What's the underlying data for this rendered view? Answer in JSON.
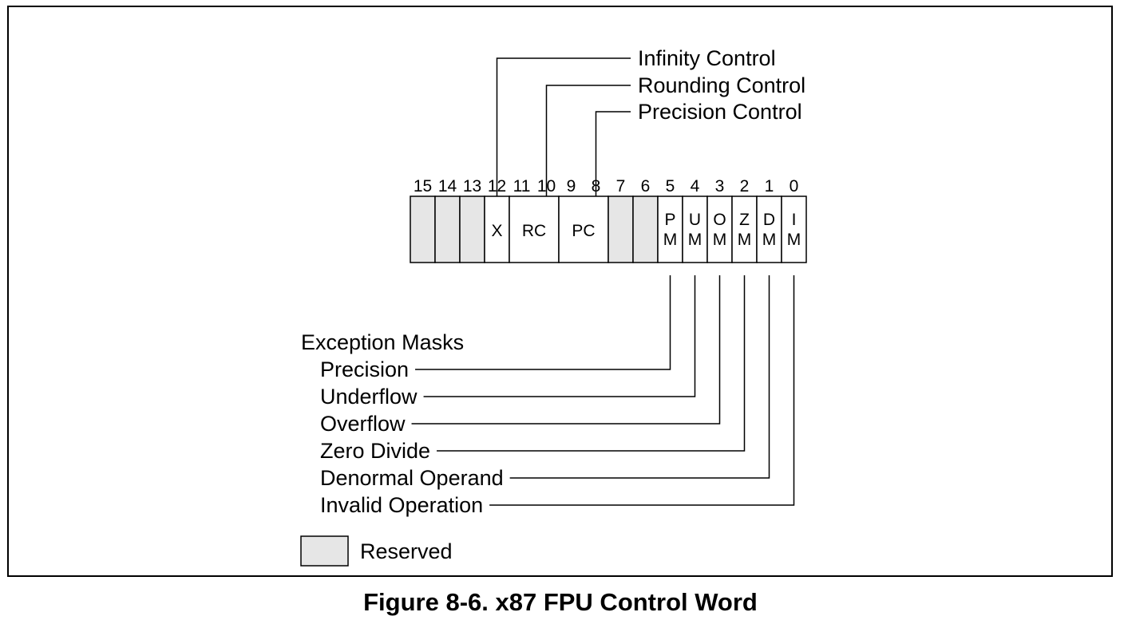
{
  "upper_labels": [
    {
      "text": "Infinity Control",
      "bit": 12
    },
    {
      "text": "Rounding Control",
      "bit": 10
    },
    {
      "text": "Precision Control",
      "bit": 8
    }
  ],
  "bit_numbers": [
    "15",
    "14",
    "13",
    "12",
    "11",
    "10",
    "9",
    "8",
    "7",
    "6",
    "5",
    "4",
    "3",
    "2",
    "1",
    "0"
  ],
  "fields": [
    {
      "id": "b15",
      "label": "",
      "reserved": true,
      "from": 15,
      "to": 15
    },
    {
      "id": "b14",
      "label": "",
      "reserved": true,
      "from": 14,
      "to": 14
    },
    {
      "id": "b13",
      "label": "",
      "reserved": true,
      "from": 13,
      "to": 13
    },
    {
      "id": "x",
      "label": "X",
      "reserved": false,
      "from": 12,
      "to": 12
    },
    {
      "id": "rc",
      "label": "RC",
      "reserved": false,
      "from": 11,
      "to": 10
    },
    {
      "id": "pc",
      "label": "PC",
      "reserved": false,
      "from": 9,
      "to": 8
    },
    {
      "id": "b7",
      "label": "",
      "reserved": true,
      "from": 7,
      "to": 7
    },
    {
      "id": "b6",
      "label": "",
      "reserved": true,
      "from": 6,
      "to": 6
    },
    {
      "id": "pm",
      "label": [
        "P",
        "M"
      ],
      "reserved": false,
      "from": 5,
      "to": 5
    },
    {
      "id": "um",
      "label": [
        "U",
        "M"
      ],
      "reserved": false,
      "from": 4,
      "to": 4
    },
    {
      "id": "om",
      "label": [
        "O",
        "M"
      ],
      "reserved": false,
      "from": 3,
      "to": 3
    },
    {
      "id": "zm",
      "label": [
        "Z",
        "M"
      ],
      "reserved": false,
      "from": 2,
      "to": 2
    },
    {
      "id": "dm",
      "label": [
        "D",
        "M"
      ],
      "reserved": false,
      "from": 1,
      "to": 1
    },
    {
      "id": "im",
      "label": [
        "I",
        "M"
      ],
      "reserved": false,
      "from": 0,
      "to": 0
    }
  ],
  "exception_masks": {
    "heading": "Exception Masks",
    "items": [
      {
        "text": "Precision",
        "bit": 5
      },
      {
        "text": "Underflow",
        "bit": 4
      },
      {
        "text": "Overflow",
        "bit": 3
      },
      {
        "text": "Zero Divide",
        "bit": 2
      },
      {
        "text": "Denormal Operand",
        "bit": 1
      },
      {
        "text": "Invalid Operation",
        "bit": 0
      }
    ]
  },
  "legend": {
    "label": "Reserved"
  },
  "caption": "Figure 8-6.  x87 FPU Control Word",
  "colors": {
    "reserved_fill": "#e6e6e6",
    "stroke": "#000000"
  }
}
